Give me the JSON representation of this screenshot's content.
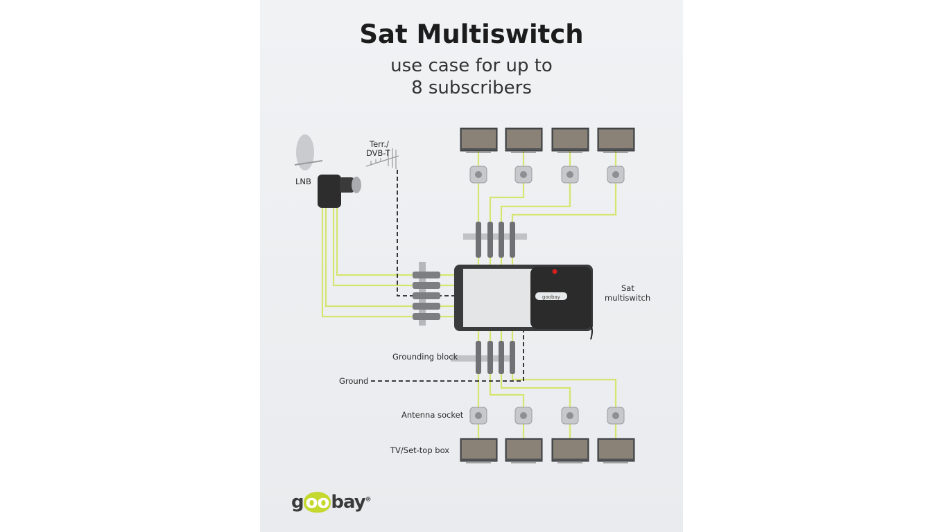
{
  "title": "Sat Multiswitch",
  "subtitle_line1": "use case for up to",
  "subtitle_line2": "8 subscribers",
  "labels": {
    "lnb": "LNB",
    "terr_line1": "Terr./",
    "terr_line2": "DVB-T",
    "sat_line1": "Sat",
    "sat_line2": "multiswitch",
    "grounding_block": "Grounding block",
    "ground": "Ground",
    "antenna_socket": "Antenna socket",
    "tv": "TV/Set-top box"
  },
  "logo": {
    "pre": "g",
    "mid": "oo",
    "post": "bay",
    "mark": "®"
  },
  "device_logo": "goobay",
  "colors": {
    "cable": "#d6e56f",
    "background": "#eceef1",
    "accent": "#c4d82e",
    "device_dark": "#2b2b2b"
  }
}
